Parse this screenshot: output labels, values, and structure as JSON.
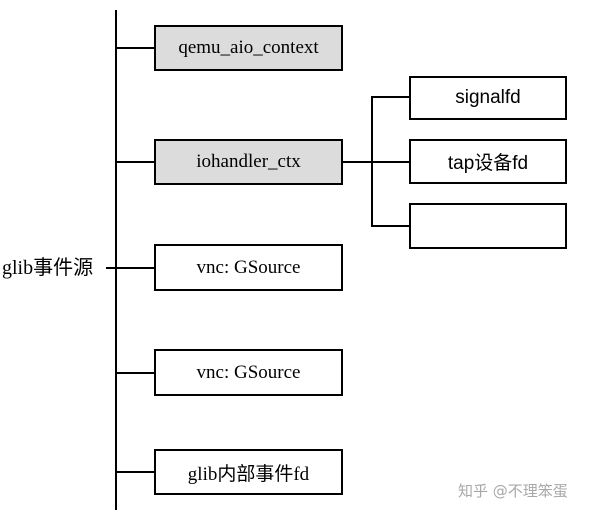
{
  "root": {
    "label": "glib事件源"
  },
  "sources": [
    {
      "label": "qemu_aio_context",
      "shaded": true
    },
    {
      "label": "iohandler_ctx",
      "shaded": true
    },
    {
      "label": "vnc: GSource",
      "shaded": false
    },
    {
      "label": "vnc: GSource",
      "shaded": false
    },
    {
      "label": "glib内部事件fd",
      "shaded": false
    }
  ],
  "iohandler_children": [
    {
      "label": "signalfd"
    },
    {
      "label": "tap设备fd"
    },
    {
      "label": ""
    }
  ],
  "watermark": "知乎 @不理笨蛋"
}
